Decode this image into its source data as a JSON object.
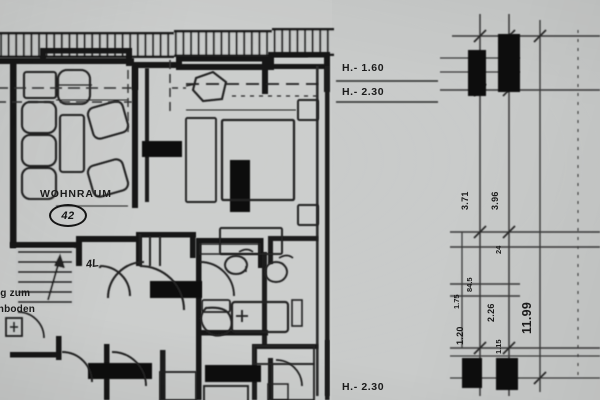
{
  "document": {
    "kind": "architectural-floor-plan-scan",
    "medium": "photographed blueprint print",
    "paper_color": "#c9cbca",
    "ink_color": "#1b1b1b"
  },
  "rooms": [
    {
      "id": "wohnraum",
      "label": "WOHNRAUM",
      "number": "42"
    }
  ],
  "annotations": {
    "stair_note_line1": "ng zum",
    "stair_note_line2": "enboden",
    "door_mark": "4L"
  },
  "heights": [
    {
      "id": "h-top-1",
      "label": "H.- 1.60"
    },
    {
      "id": "h-top-2",
      "label": "H.- 2.30"
    },
    {
      "id": "h-bottom",
      "label": "H.- 2.30"
    }
  ],
  "dimensions": {
    "vertical_major": [
      {
        "id": "d-3-71",
        "label": "3.71"
      },
      {
        "id": "d-3-96",
        "label": "3.96"
      },
      {
        "id": "d-11-99",
        "label": "11.99"
      }
    ],
    "vertical_minor": [
      {
        "id": "d-24",
        "label": "24"
      },
      {
        "id": "d-84-5",
        "label": "84.5"
      },
      {
        "id": "d-1-75",
        "label": "1.75"
      },
      {
        "id": "d-1-20",
        "label": "1.20"
      },
      {
        "id": "d-2-26",
        "label": "2.26"
      },
      {
        "id": "d-1-15",
        "label": "1.15"
      }
    ]
  },
  "colors": {
    "paper": "#c9cbca",
    "paper_light": "#d2d4d3",
    "ink": "#1b1b1b",
    "ink_soft": "#2a2a2a",
    "wall_fill": "#111111",
    "hatch": "#1f1f1f"
  }
}
